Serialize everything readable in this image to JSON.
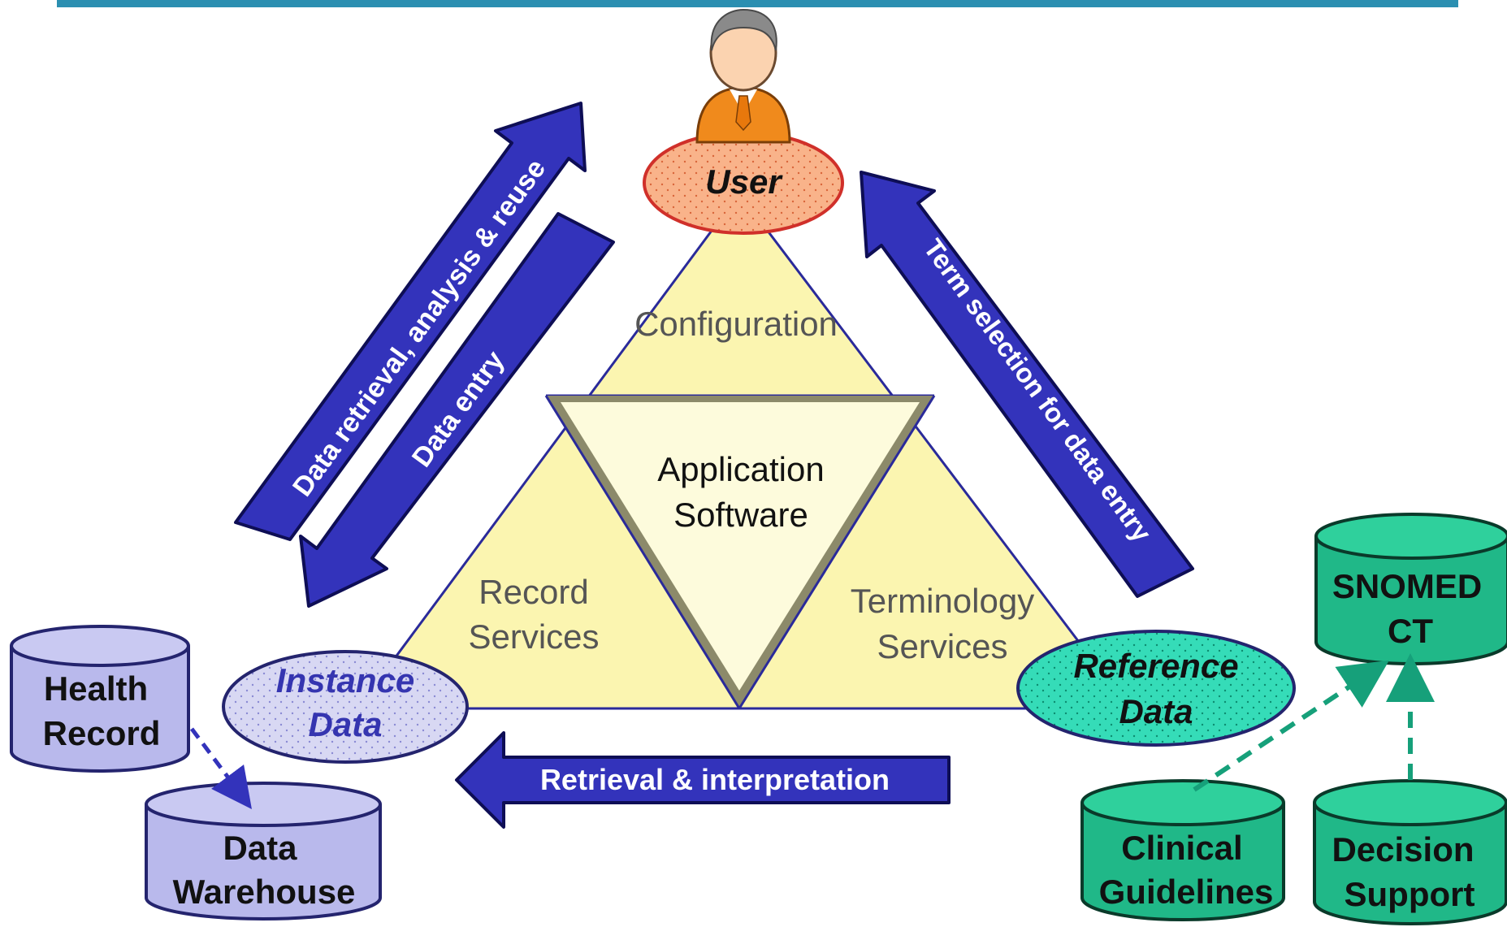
{
  "diagram": {
    "user": {
      "label": "User"
    },
    "triangle": {
      "top": "Configuration",
      "center": [
        "Application",
        "Software"
      ],
      "left": [
        "Record",
        "Services"
      ],
      "right": [
        "Terminology",
        "Services"
      ]
    },
    "nodes": {
      "instance_data": [
        "Instance",
        "Data"
      ],
      "reference_data": [
        "Reference",
        "Data"
      ]
    },
    "arrows": {
      "retrieval_analysis": "Data retrieval, analysis & reuse",
      "data_entry": "Data entry",
      "term_selection": "Term selection for data entry",
      "retrieval_interpretation": "Retrieval & interpretation"
    },
    "databases": {
      "health_record": [
        "Health",
        "Record"
      ],
      "data_warehouse": [
        "Data",
        "Warehouse"
      ],
      "snomed": [
        "SNOMED",
        "CT"
      ],
      "clinical_guidelines": [
        "Clinical",
        "Guidelines"
      ],
      "decision_support": [
        "Decision",
        "Support"
      ]
    },
    "colors": {
      "banner": "#2b8fb1",
      "triangle_fill": "#fbf5b0",
      "triangle_center": "#fdfbdc",
      "triangle_stroke": "#2a2a9a",
      "arrow_fill": "#3333bb",
      "arrow_stroke": "#0e0e55",
      "instance_fill": "#c9c9ee",
      "reference_fill": "#2ed6b4",
      "user_fill": "#f9b38a",
      "db_blue": "#b9b9ec",
      "db_green": "#20b888",
      "green_link": "#16a07a"
    }
  }
}
